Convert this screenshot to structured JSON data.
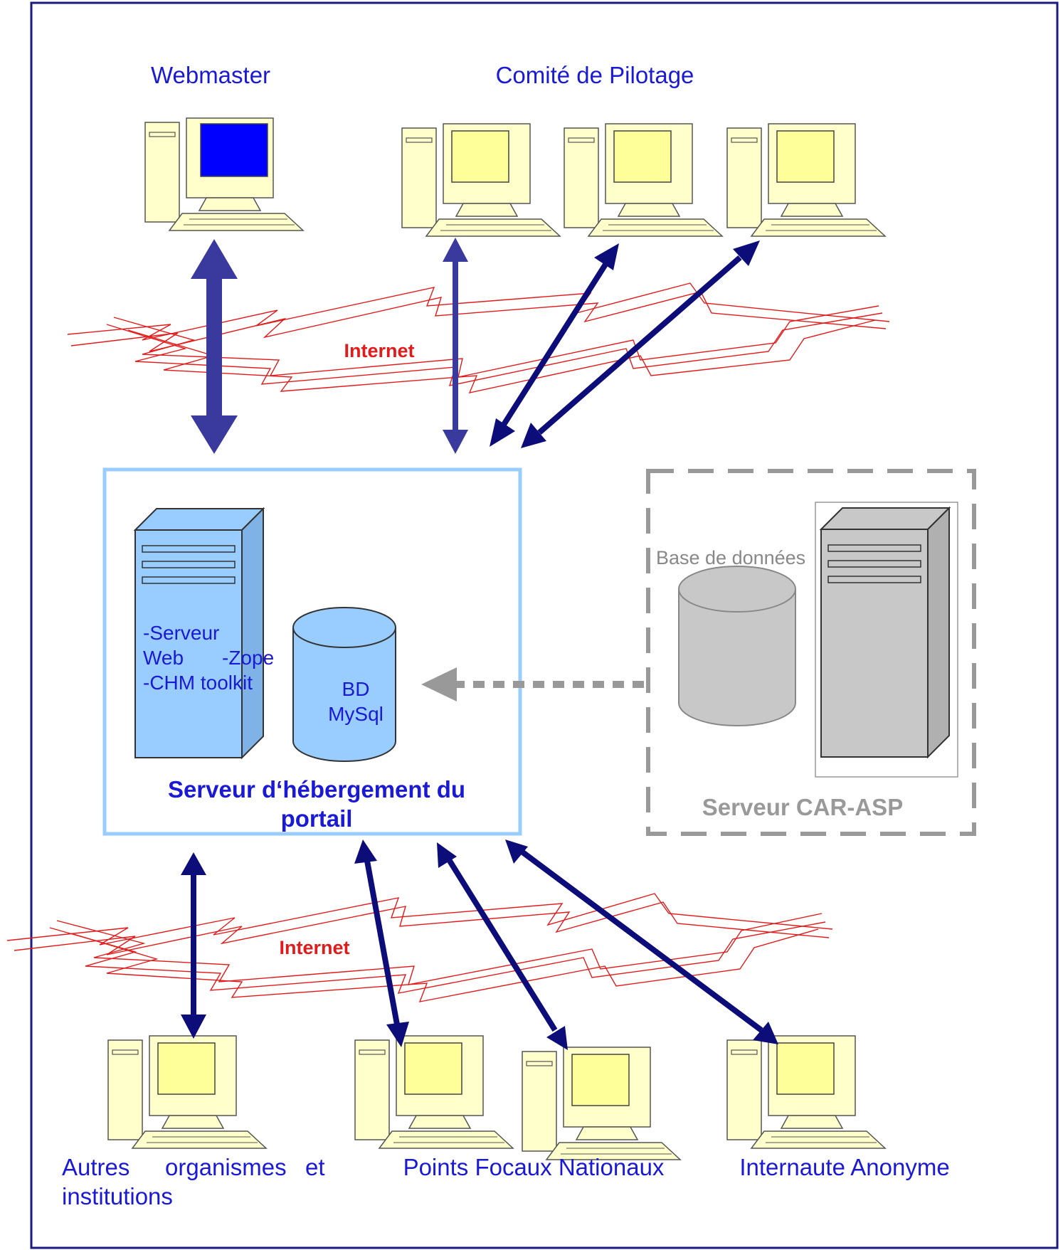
{
  "labels": {
    "webmaster": "Webmaster",
    "comite": "Comité de Pilotage",
    "internet_top": "Internet",
    "internet_bottom": "Internet",
    "server_title_line1": "Serveur d‘hébergement du",
    "server_title_line2": "portail",
    "server_text_line1": "-Serveur",
    "server_text_line2_a": "Web",
    "server_text_line2_b": "-Zope",
    "server_text_line3": "-CHM toolkit",
    "db_line1": "BD",
    "db_line2": "MySql",
    "car_db_label": "Base de données",
    "car_server_label": "Serveur CAR-ASP",
    "autres_line1_a": "Autres",
    "autres_line1_b": "organismes",
    "autres_line1_c": "et",
    "autres_line2": "institutions",
    "points_focaux": "Points Focaux Nationaux",
    "internaute": "Internaute Anonyme"
  },
  "colors": {
    "frame": "#1a1a80",
    "label_blue": "#1a1ad6",
    "arrow_navy": "#0d0d7a",
    "arrow_indigo": "#3a3a9e",
    "internet_red": "#e11b1b",
    "server_box": "#99ccff",
    "server_fill": "#99ccff",
    "pc_yellow": "#ffffcc",
    "pc_screen_yellow": "#ffff99",
    "pc_screen_blue": "#0000ff",
    "car_gray": "#999999",
    "car_fill": "#c8c8c8"
  }
}
